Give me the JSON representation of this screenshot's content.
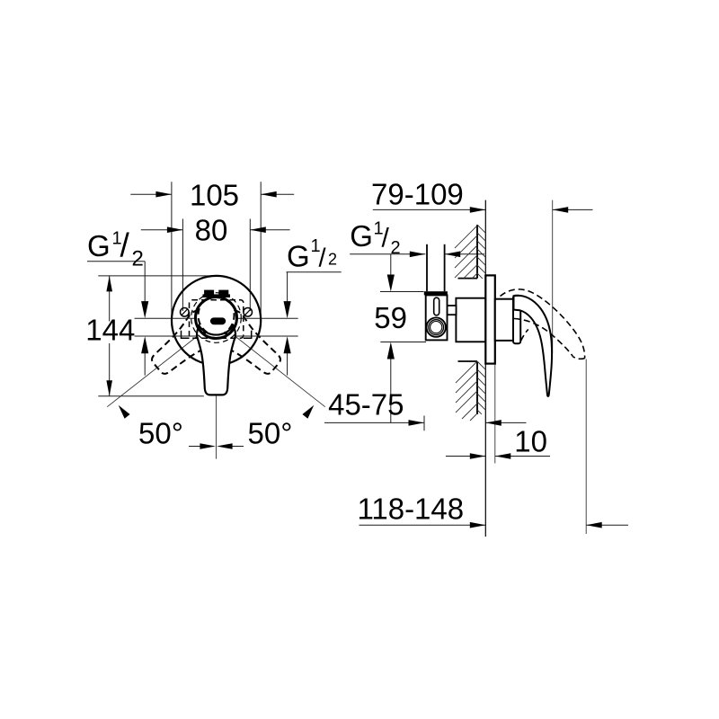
{
  "drawing": {
    "kind": "technical dimension drawing",
    "subject": "concealed single-lever shower mixer, front and side installation views",
    "background_color": "#ffffff",
    "line_color": "#000000"
  },
  "thread_label": {
    "prefix": "G",
    "numerator": "1",
    "slash": "/",
    "denominator": "2"
  },
  "front_view": {
    "dim_escutcheon_width": "105",
    "dim_inner_width": "80",
    "dim_height": "144",
    "dim_angle_left": "50°",
    "dim_angle_right": "50°"
  },
  "side_view": {
    "dim_wall_to_lever_closed": "79-109",
    "dim_body_height": "59",
    "dim_installation_depth": "45-75",
    "dim_wall_allowance": "10",
    "dim_wall_to_lever_open": "118-148"
  }
}
